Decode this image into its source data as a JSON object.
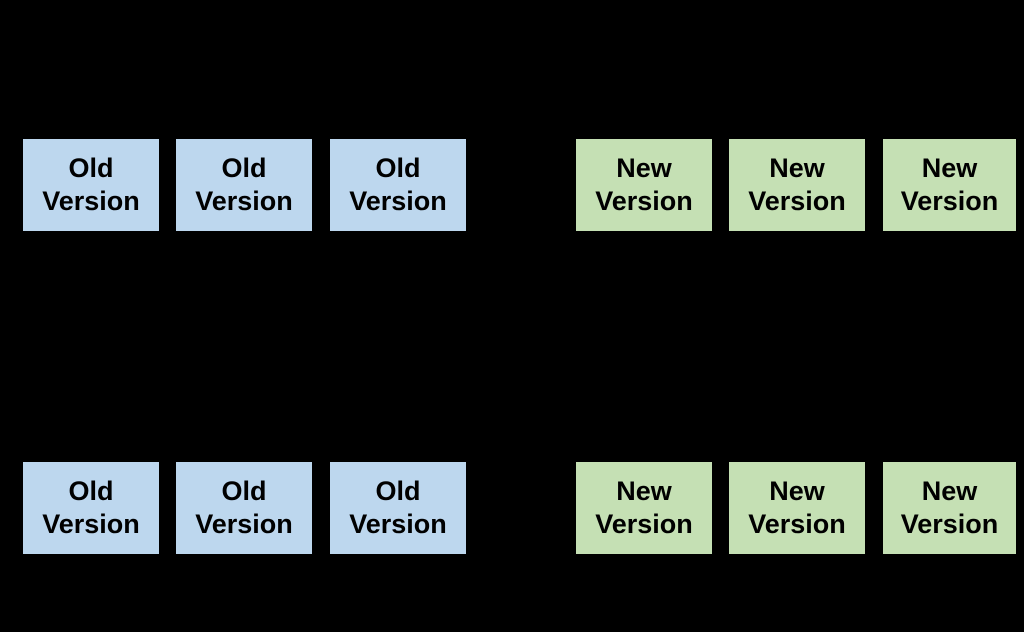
{
  "canvas": {
    "background": "#000000"
  },
  "colors": {
    "canvas_bg": "#000000",
    "old_fill": "#BDD7EE",
    "new_fill": "#C5E0B4",
    "box_border": "#000000",
    "box_text": "#000000"
  },
  "diagram": {
    "rows": [
      {
        "name": "top-row",
        "boxes": [
          {
            "type": "old",
            "lines": [
              "Old",
              "Version"
            ]
          },
          {
            "type": "old",
            "lines": [
              "Old",
              "Version"
            ]
          },
          {
            "type": "old",
            "lines": [
              "Old",
              "Version"
            ]
          },
          {
            "type": "new",
            "lines": [
              "New",
              "Version"
            ]
          },
          {
            "type": "new",
            "lines": [
              "New",
              "Version"
            ]
          },
          {
            "type": "new",
            "lines": [
              "New",
              "Version"
            ]
          }
        ]
      },
      {
        "name": "bottom-row",
        "boxes": [
          {
            "type": "old",
            "lines": [
              "Old",
              "Version"
            ]
          },
          {
            "type": "old",
            "lines": [
              "Old",
              "Version"
            ]
          },
          {
            "type": "old",
            "lines": [
              "Old",
              "Version"
            ]
          },
          {
            "type": "new",
            "lines": [
              "New",
              "Version"
            ]
          },
          {
            "type": "new",
            "lines": [
              "New",
              "Version"
            ]
          },
          {
            "type": "new",
            "lines": [
              "New",
              "Version"
            ]
          }
        ]
      }
    ]
  }
}
